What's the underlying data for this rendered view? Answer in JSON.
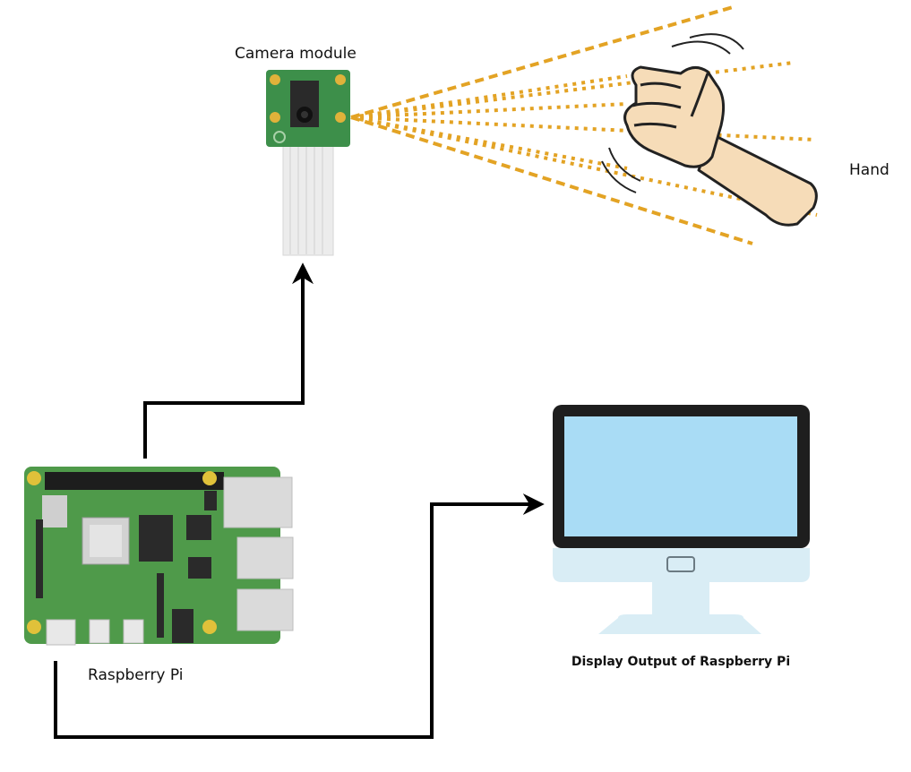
{
  "labels": {
    "camera": "Camera module",
    "hand": "Hand",
    "raspberry_pi": "Raspberry Pi",
    "display": "Display Output of Raspberry Pi"
  },
  "colors": {
    "beam": "#e3a324",
    "pcb_green": "#4f9a4a",
    "screen": "#a9dcf5",
    "monitor_frame": "#1e1e1e",
    "monitor_body": "#d9edf5",
    "arrow": "#000000"
  },
  "icons": [
    "camera-module-icon",
    "hand-icon",
    "raspberry-pi-board-icon",
    "monitor-icon"
  ]
}
